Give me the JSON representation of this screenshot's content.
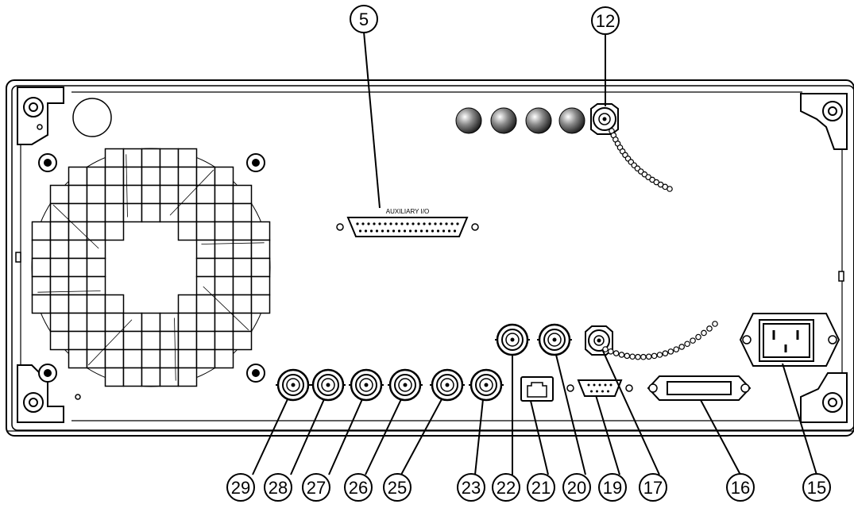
{
  "panel": {
    "aux_label": "AUXILIARY I/O"
  },
  "callouts": [
    {
      "id": "5",
      "label": "5"
    },
    {
      "id": "12",
      "label": "12"
    },
    {
      "id": "29",
      "label": "29"
    },
    {
      "id": "28",
      "label": "28"
    },
    {
      "id": "27",
      "label": "27"
    },
    {
      "id": "26",
      "label": "26"
    },
    {
      "id": "25",
      "label": "25"
    },
    {
      "id": "23",
      "label": "23"
    },
    {
      "id": "22",
      "label": "22"
    },
    {
      "id": "21",
      "label": "21"
    },
    {
      "id": "20",
      "label": "20"
    },
    {
      "id": "19",
      "label": "19"
    },
    {
      "id": "17",
      "label": "17"
    },
    {
      "id": "16",
      "label": "16"
    },
    {
      "id": "15",
      "label": "15"
    }
  ],
  "colors": {
    "line": "#000000",
    "panel_fill": "#ffffff",
    "plug_gray": "#9a9a9a"
  }
}
